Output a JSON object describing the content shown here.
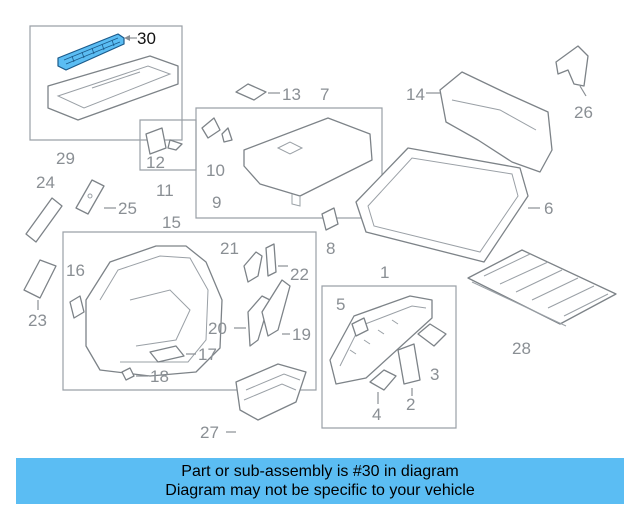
{
  "diagram": {
    "callouts": {
      "c1": "1",
      "c2": "2",
      "c3": "3",
      "c4": "4",
      "c5": "5",
      "c6": "6",
      "c7": "7",
      "c8": "8",
      "c9": "9",
      "c10": "10",
      "c11": "11",
      "c12": "12",
      "c13": "13",
      "c14": "14",
      "c15": "15",
      "c16": "16",
      "c17": "17",
      "c18": "18",
      "c19": "19",
      "c20": "20",
      "c21": "21",
      "c22": "22",
      "c23": "23",
      "c24": "24",
      "c25": "25",
      "c26": "26",
      "c27": "27",
      "c28": "28",
      "c29": "29",
      "c30": "30"
    },
    "highlight_color": "#5bbdf3",
    "highlighted_part": "30"
  },
  "banner": {
    "line1": "Part or sub-assembly is #30 in diagram",
    "line2": "Diagram may not be specific to your vehicle",
    "background": "#5bbdf3"
  }
}
